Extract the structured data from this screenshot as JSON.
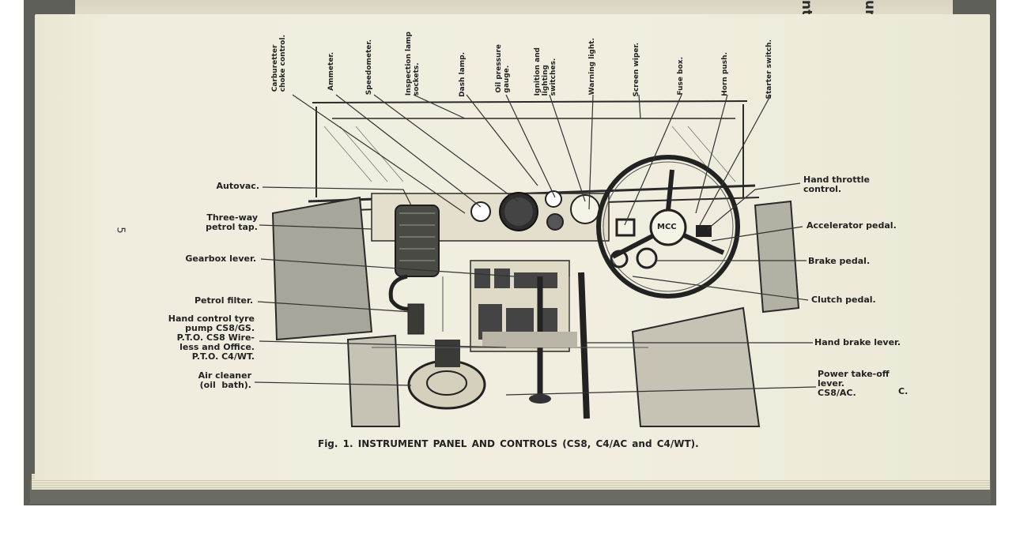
{
  "page": {
    "page_number": "5",
    "top_text_1": "nts.",
    "top_text_2": "ured"
  },
  "figure": {
    "caption": "Fig. 1.   INSTRUMENT PANEL AND CONTROLS (CS8, C4/AC and C4/WT).",
    "dial_label": "MCC",
    "top_labels": [
      "Carburetter\nchoke control.",
      "Ammeter.",
      "Speedometer.",
      "Inspection lamp\nsockets.",
      "Dash lamp.",
      "Oil pressure\ngauge.",
      "Ignition and\nlighting\nswitches.",
      "Warning light.",
      "Screen wiper.",
      "Fuse box.",
      "Horn push.",
      "Starter switch."
    ],
    "left_labels": [
      "Autovac.",
      "Three-way\npetrol tap.",
      "Gearbox lever.",
      "Petrol filter.",
      "Hand control tyre\npump CS8/GS.\nP.T.O. CS8 Wire-\nless and Office.\nP.T.O. C4/WT.",
      "Air cleaner\n(oil  bath)."
    ],
    "right_labels": [
      "Hand throttle\ncontrol.",
      "Accelerator pedal.",
      "Brake pedal.",
      "Clutch pedal.",
      "Hand brake lever.",
      "Power take-off\nlever.\nCS8/AC.",
      "C."
    ]
  },
  "colors": {
    "ink": "#222222",
    "paper": "#f0eddf",
    "cover": "#5d5f58"
  }
}
